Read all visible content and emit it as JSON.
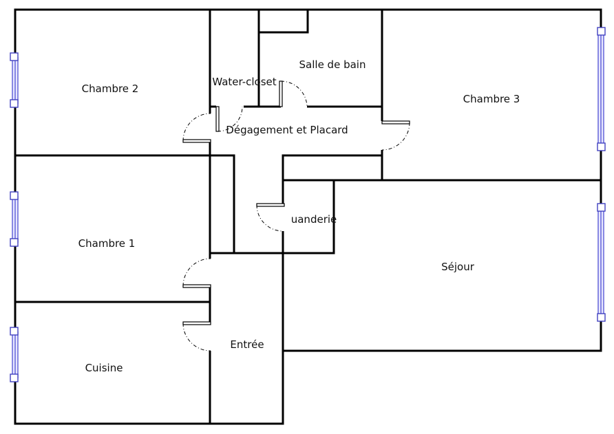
{
  "rooms": {
    "chambre2": "Chambre 2",
    "water_closet": "Water-closet",
    "salle_de_bain": "Salle de bain",
    "chambre3": "Chambre 3",
    "degagement": "Dégagement et Placard",
    "chambre1": "Chambre 1",
    "buanderie": "uanderie",
    "sejour": "Séjour",
    "cuisine": "Cuisine",
    "entree": "Entrée"
  },
  "colors": {
    "wall": "#000000",
    "window": "#5b5bd6",
    "background": "#ffffff"
  }
}
